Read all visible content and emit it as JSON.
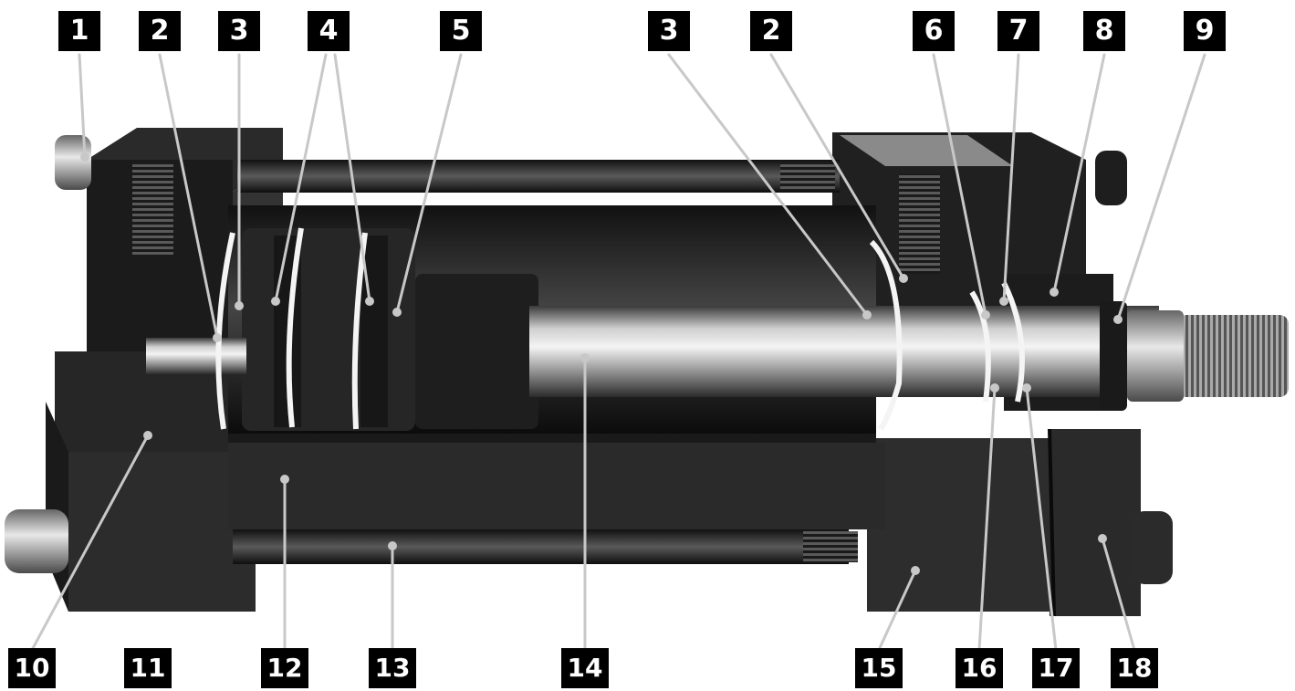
{
  "figure": {
    "subject": "hydraulic-cylinder-cutaway",
    "colors": {
      "label_box": "#000000",
      "label_text": "#ffffff",
      "leader_line": "#c8c8c8",
      "background": "#ffffff"
    }
  },
  "callouts": {
    "top": [
      "1",
      "2",
      "3",
      "4",
      "5",
      "3",
      "2",
      "6",
      "7",
      "8",
      "9"
    ],
    "bottom": [
      "10",
      "11",
      "12",
      "13",
      "14",
      "15",
      "16",
      "17",
      "18"
    ]
  }
}
